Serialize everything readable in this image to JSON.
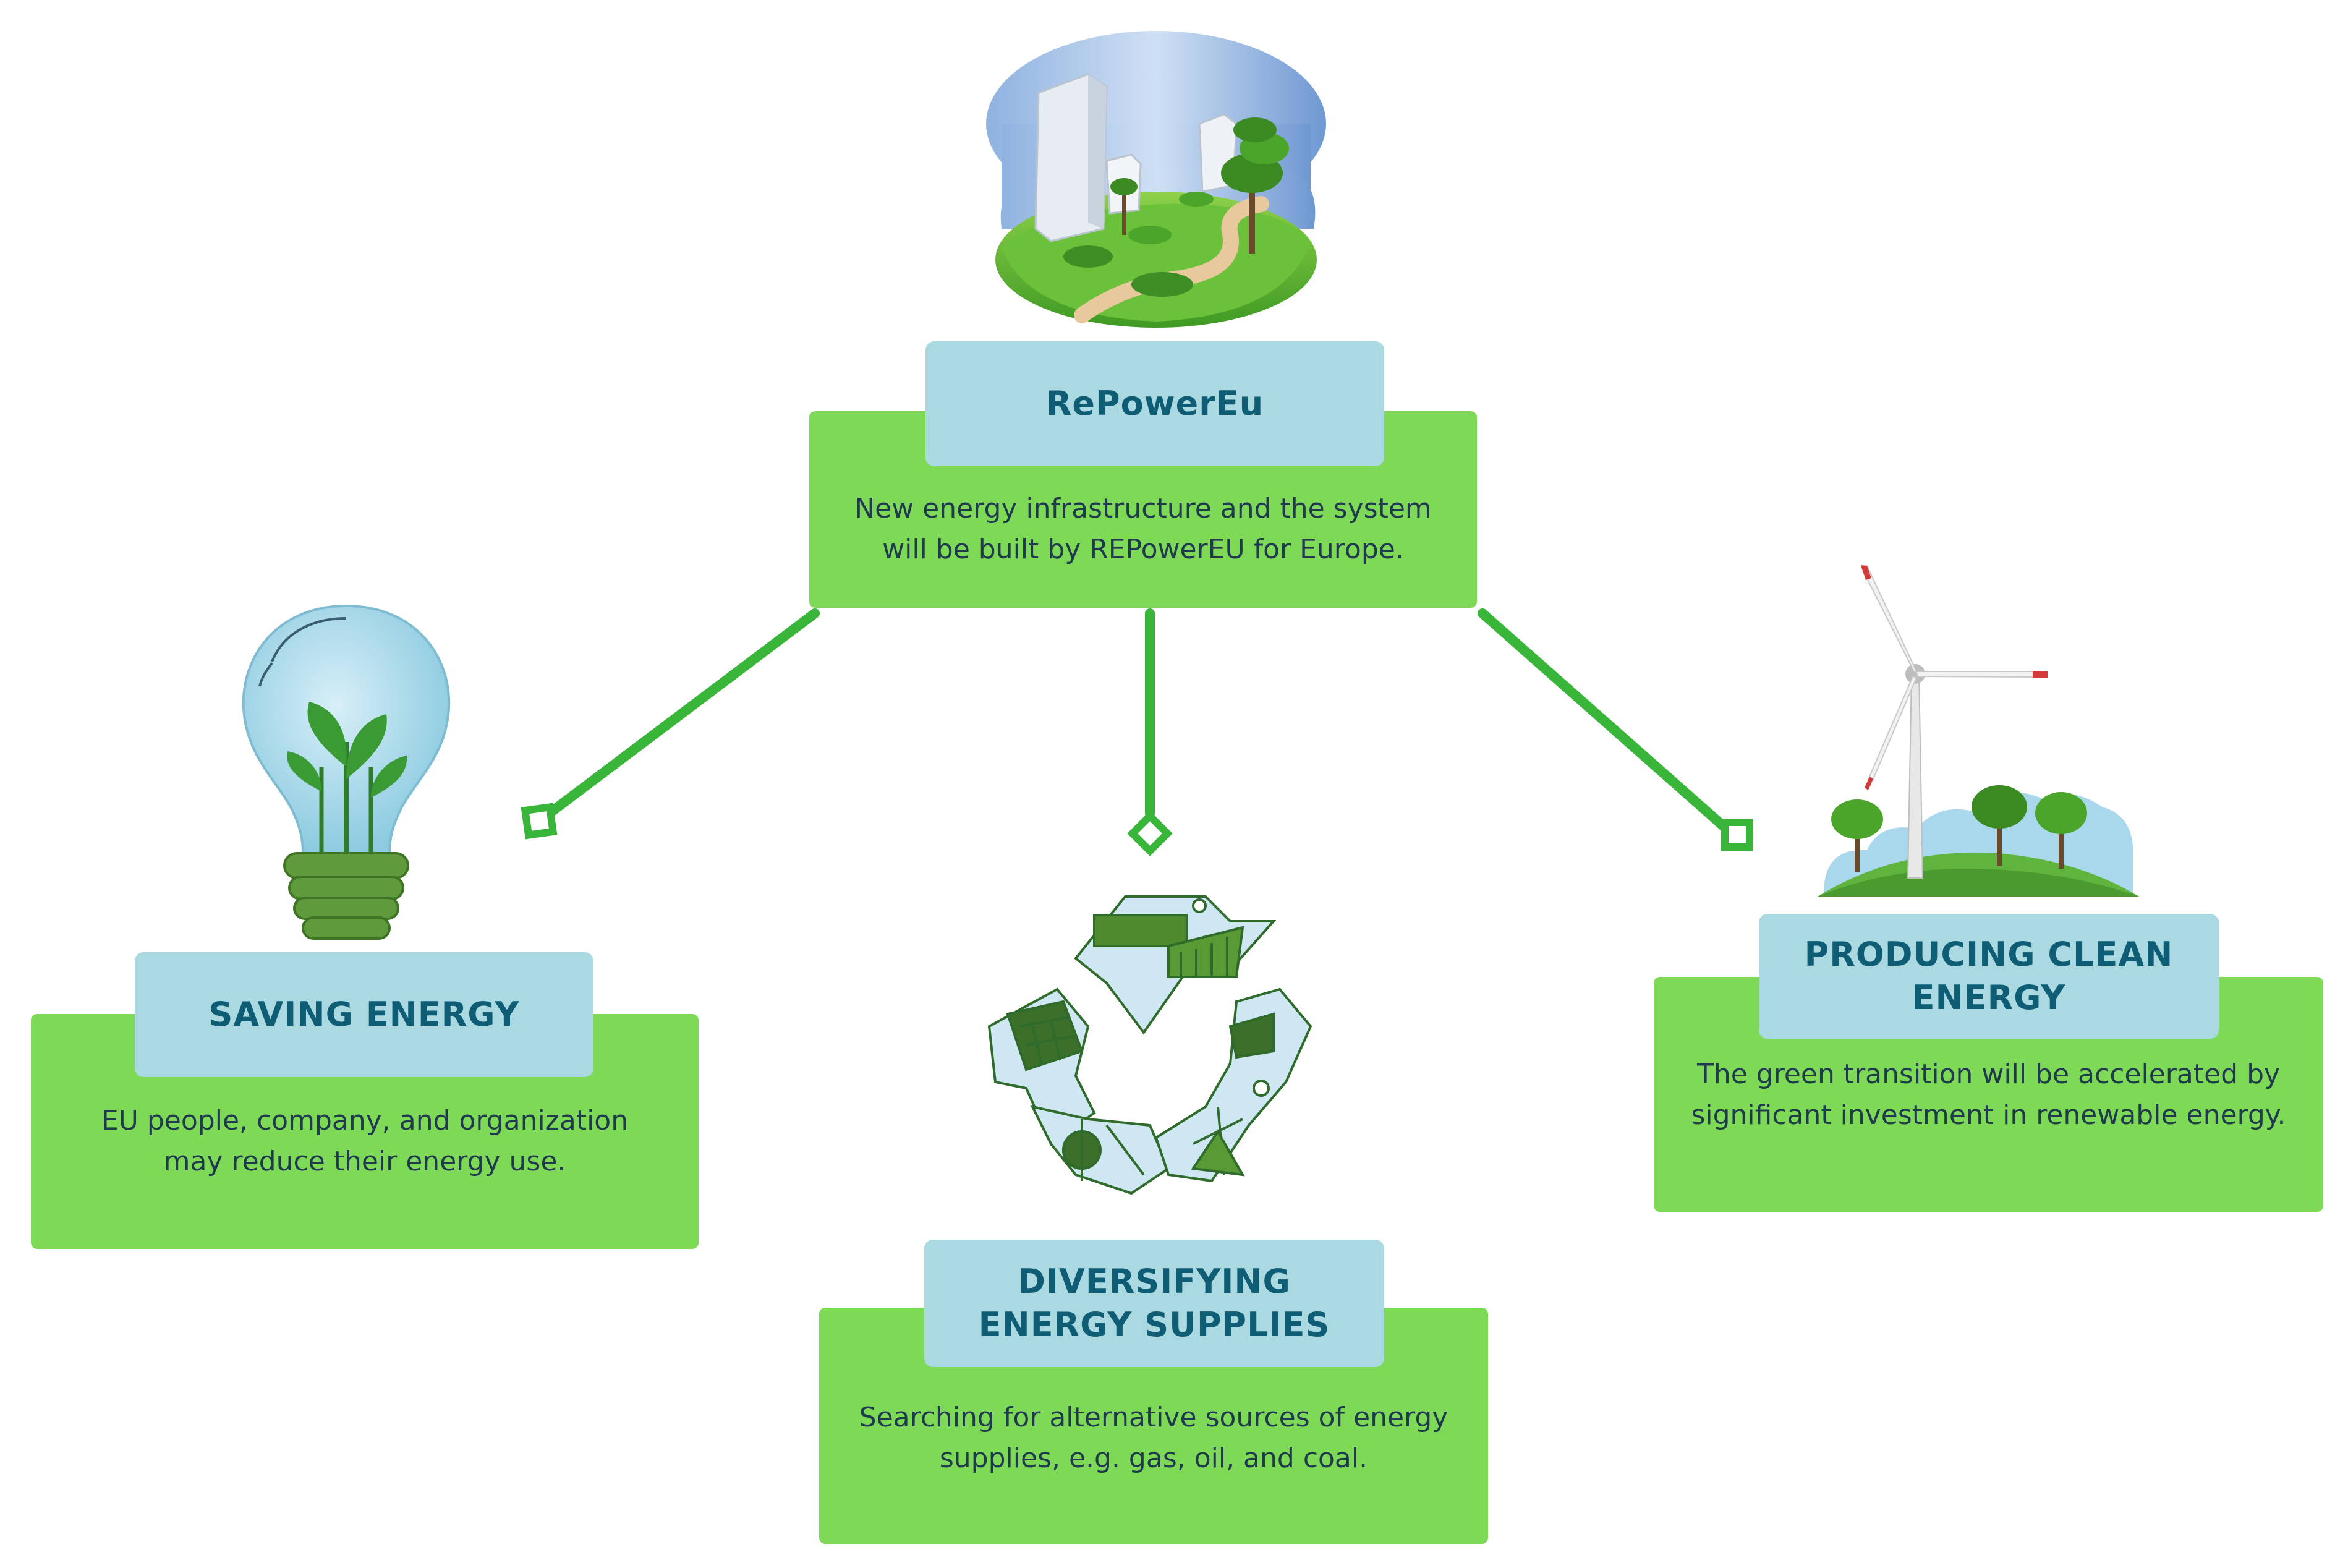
{
  "colors": {
    "card_green": "#7ed957",
    "label_blue": "#abd9e2",
    "label_text": "#0e5d74",
    "body_text": "#1f3a4d",
    "connector_green": "#39b53a"
  },
  "center": {
    "title": "RePowerEu",
    "description": "New energy infrastructure and the system will be built by REPowerEU for Europe.",
    "icon": "city-park-icon"
  },
  "branches": [
    {
      "title": "SAVING ENERGY",
      "description": "EU people, company, and organization may reduce their energy use.",
      "icon": "lightbulb-plant-icon"
    },
    {
      "title": "DIVERSIFYING ENERGY SUPPLIES",
      "description": "Searching for alternative sources of energy supplies, e.g. gas, oil, and coal.",
      "icon": "recycle-energy-icon"
    },
    {
      "title": "PRODUCING CLEAN ENERGY",
      "description": "The green transition will be accelerated by significant investment in renewable energy.",
      "icon": "wind-turbine-icon"
    }
  ]
}
